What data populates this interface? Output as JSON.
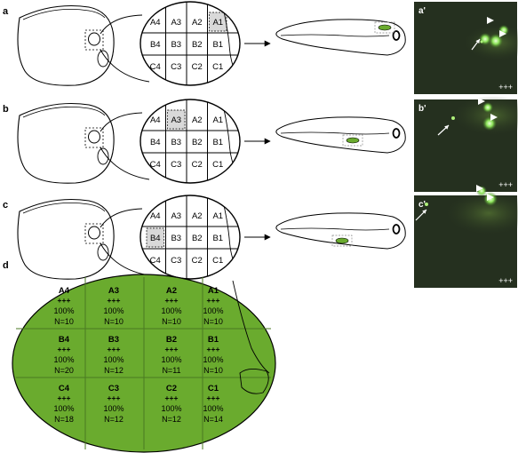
{
  "panels": [
    {
      "letter": "a",
      "photo_letter": "a'",
      "score": "+++",
      "highlight": "A1"
    },
    {
      "letter": "b",
      "photo_letter": "b'",
      "score": "+++",
      "highlight": "A3"
    },
    {
      "letter": "c",
      "photo_letter": "c'",
      "score": "+++",
      "highlight": "B4"
    }
  ],
  "grid_rows": [
    [
      "A4",
      "A3",
      "A2",
      "A1"
    ],
    [
      "B4",
      "B3",
      "B2",
      "B1"
    ],
    [
      "C4",
      "C3",
      "C2",
      "C1"
    ]
  ],
  "panel_d": {
    "letter": "d",
    "fill_color": "#6aab2e",
    "cells": [
      [
        {
          "label": "A4",
          "score": "+++",
          "percent": "100%",
          "n": "N=10"
        },
        {
          "label": "A3",
          "score": "+++",
          "percent": "100%",
          "n": "N=10"
        },
        {
          "label": "A2",
          "score": "+++",
          "percent": "100%",
          "n": "N=10"
        },
        {
          "label": "A1",
          "score": "+++",
          "percent": "100%",
          "n": "N=10"
        }
      ],
      [
        {
          "label": "B4",
          "score": "+++",
          "percent": "100%",
          "n": "N=20"
        },
        {
          "label": "B3",
          "score": "+++",
          "percent": "100%",
          "n": "N=12"
        },
        {
          "label": "B2",
          "score": "+++",
          "percent": "100%",
          "n": "N=11"
        },
        {
          "label": "B1",
          "score": "+++",
          "percent": "100%",
          "n": "N=10"
        }
      ],
      [
        {
          "label": "C4",
          "score": "+++",
          "percent": "100%",
          "n": "N=18"
        },
        {
          "label": "C3",
          "score": "+++",
          "percent": "100%",
          "n": "N=12"
        },
        {
          "label": "C2",
          "score": "+++",
          "percent": "100%",
          "n": "N=12"
        },
        {
          "label": "C1",
          "score": "+++",
          "percent": "100%",
          "n": "N=14"
        }
      ]
    ]
  },
  "colors": {
    "photo_background": "#25301f",
    "embryo_fill": "#6aab2e",
    "highlight_fill": "#d9d9d9",
    "signal": "#aef07a"
  }
}
